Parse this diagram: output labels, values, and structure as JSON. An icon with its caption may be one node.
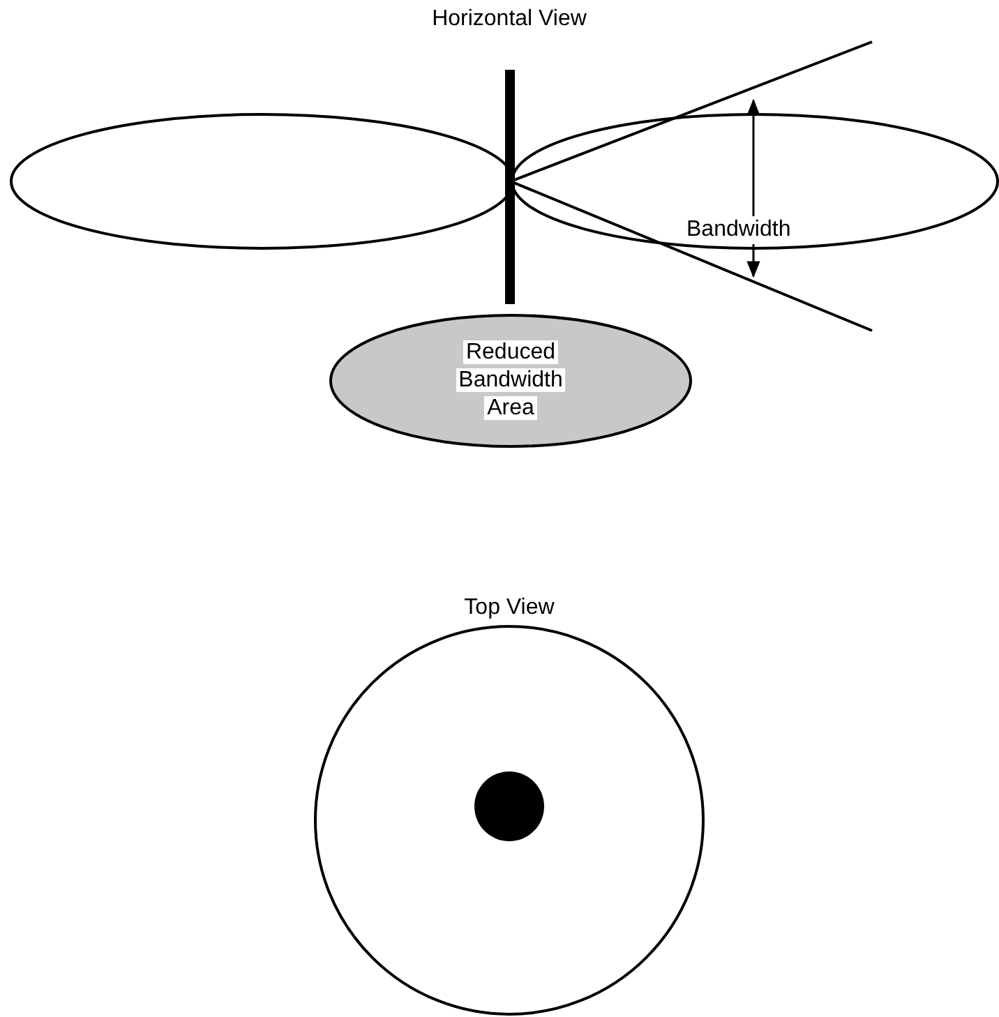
{
  "diagram": {
    "nodes": [
      {
        "text": [
          "Reduced Bandwidth Area"
        ]
      }
    ],
    "labels": [
      "Horizontal View",
      "Bandwidth",
      "Top View"
    ]
  }
}
